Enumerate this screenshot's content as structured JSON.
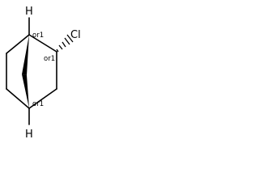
{
  "molecule": {
    "atoms": {
      "h_top": "H",
      "h_bottom": "H",
      "chlorine": "Cl"
    },
    "stereo_labels": {
      "c1": "or1",
      "c2": "or1",
      "c4": "or1"
    },
    "bond_color": "#000000",
    "background_color": "#ffffff"
  }
}
